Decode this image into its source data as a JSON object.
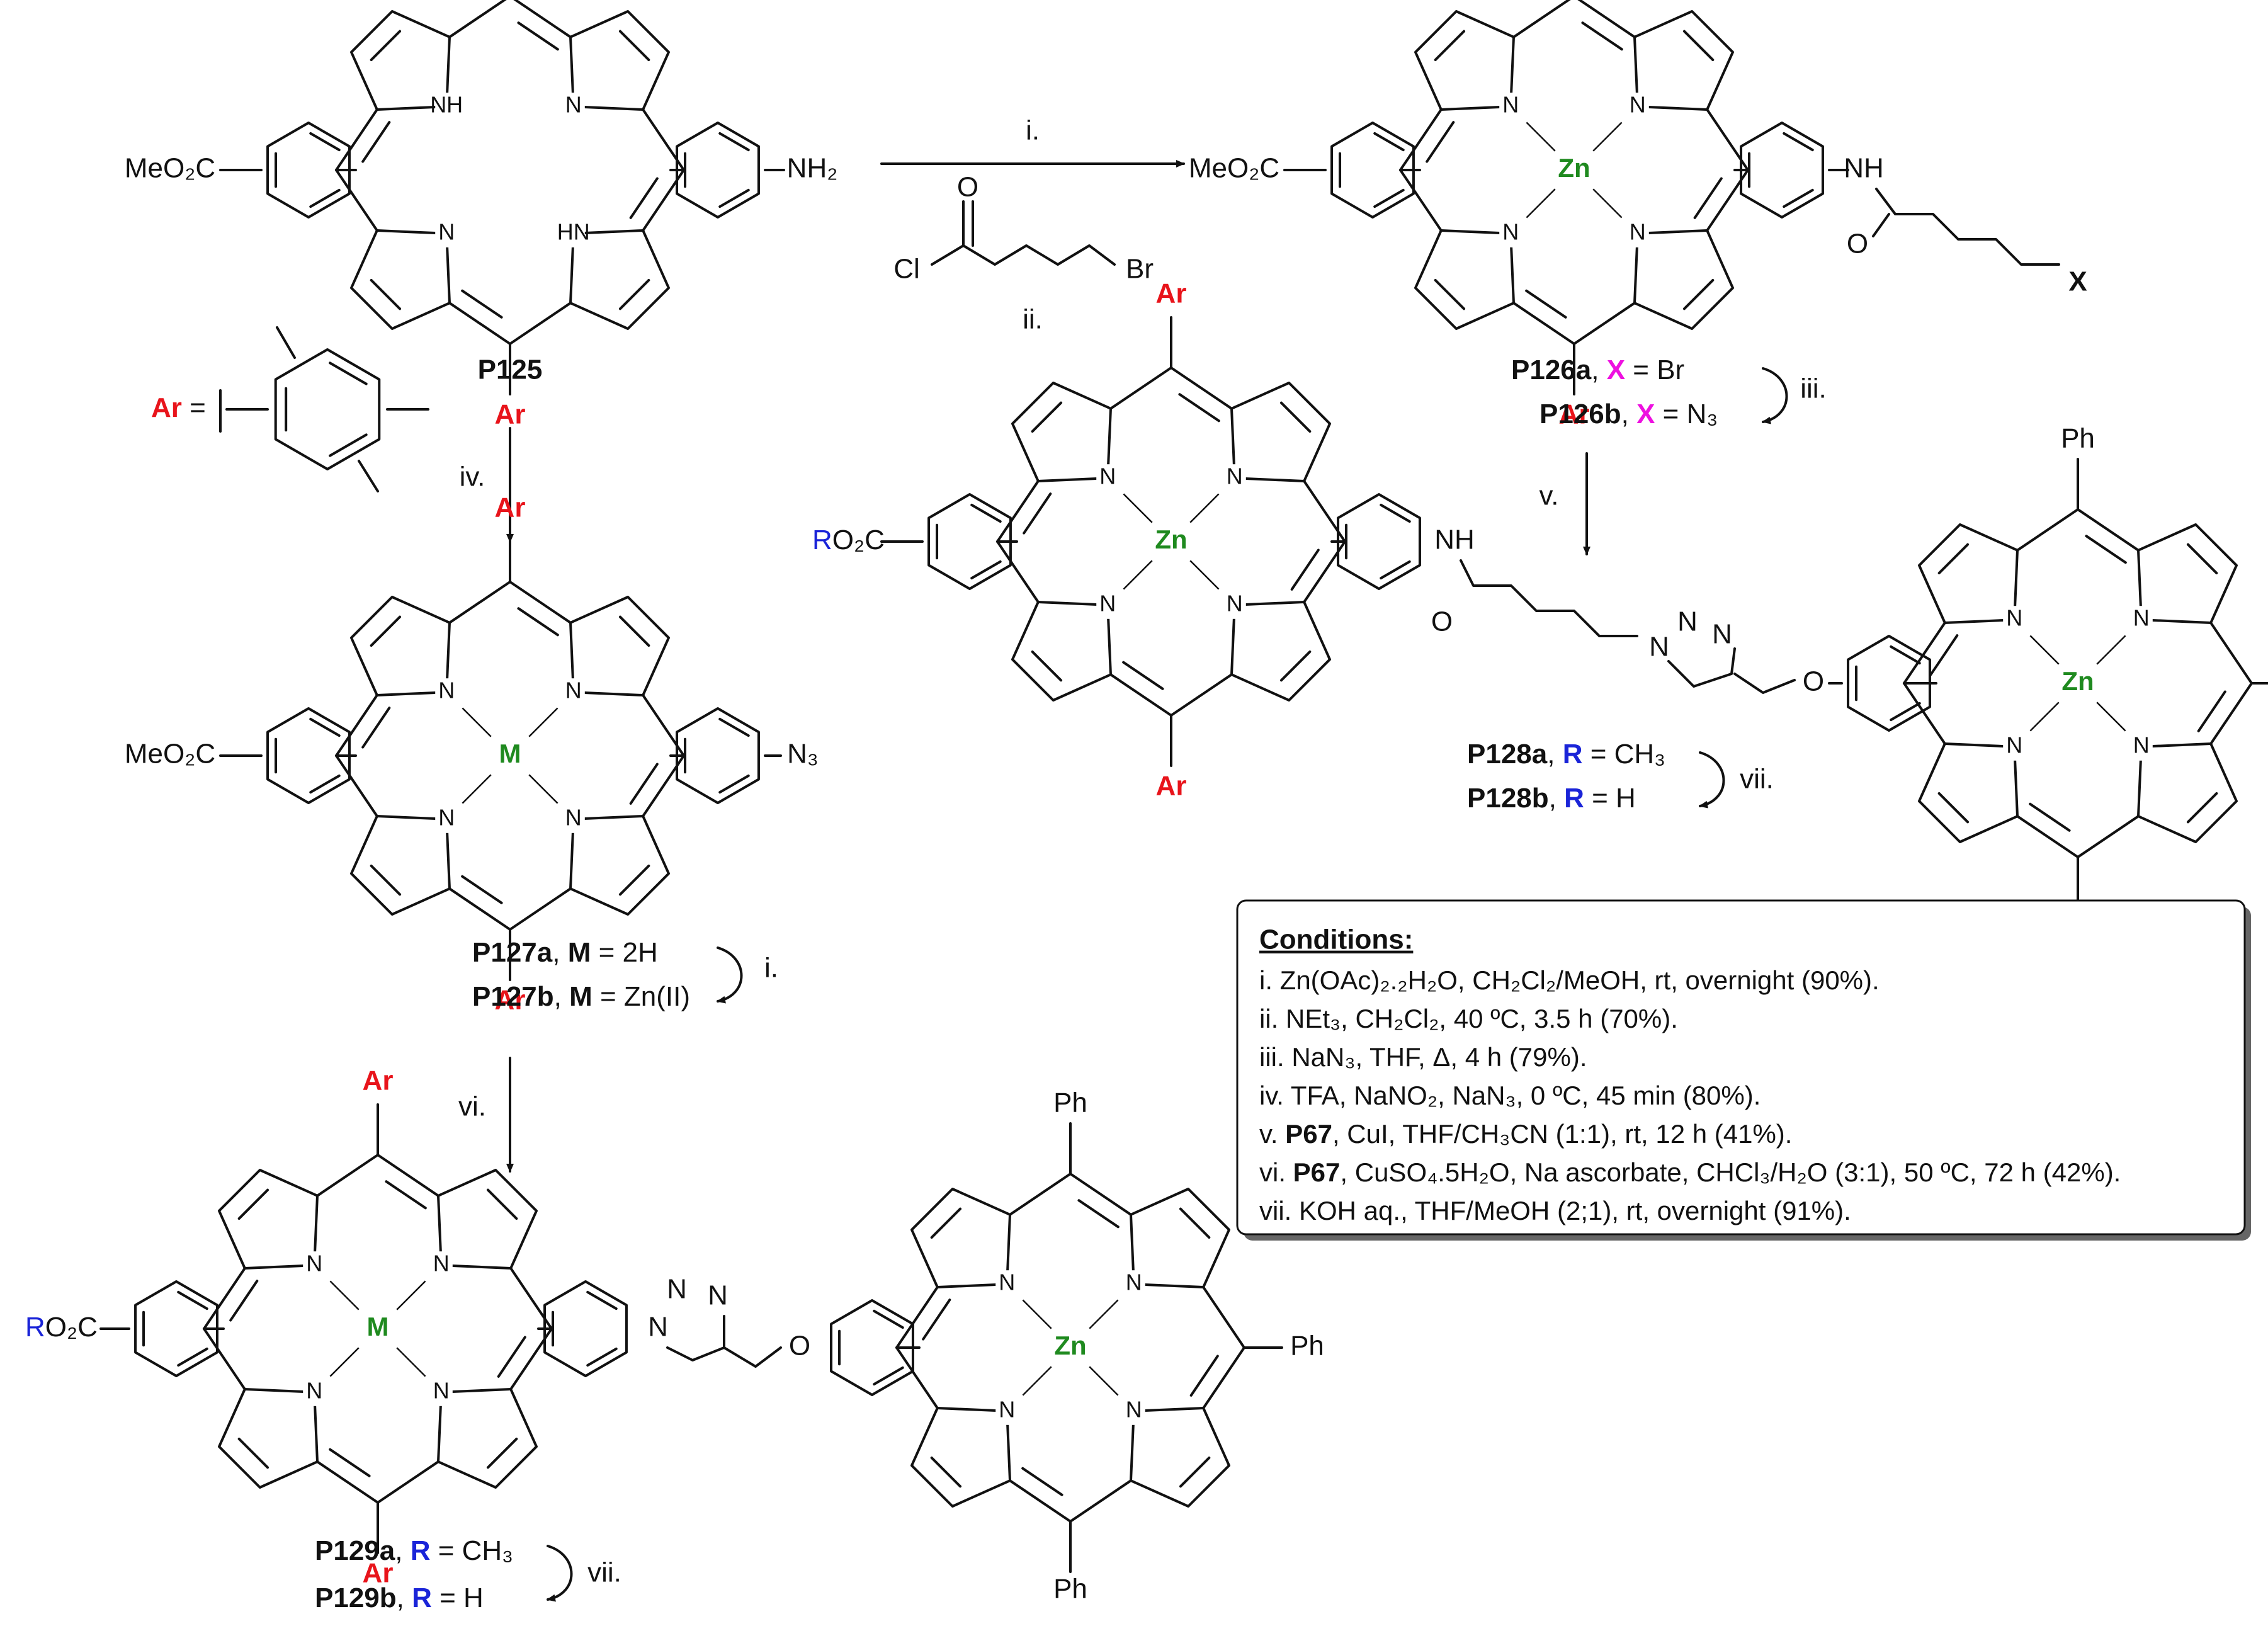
{
  "colors": {
    "ar": "#e8141b",
    "metal": "#1f8a1f",
    "blue": "#1a24d8",
    "magenta": "#ee10e0",
    "black": "#111111"
  },
  "common": {
    "ar": "Ar",
    "meo2c": "MeO₂C",
    "ro2c_r": "R",
    "ro2c_rest": "O₂C",
    "ph": "Ph",
    "nh": "NH",
    "o": "O",
    "n": "N",
    "hn": "HN",
    "nh2": "NH₂",
    "n3": "N₃",
    "zn": "Zn",
    "m": "M",
    "x": "X",
    "br": "Br",
    "cl": "Cl"
  },
  "arrows": {
    "i": "i.",
    "ii": "ii.",
    "iii": "iii.",
    "iv": "iv.",
    "v": "v.",
    "vi": "vi.",
    "vii": "vii."
  },
  "ar_def": {
    "ar": "Ar",
    "eq": " ="
  },
  "compounds": {
    "p125": "P125",
    "p126a": {
      "id": "P126a",
      "sep": ", ",
      "var": "X",
      "rest": " = Br"
    },
    "p126b": {
      "id": "P126b",
      "sep": ", ",
      "var": "X",
      "rest": " = N₃"
    },
    "p127a": {
      "id": "P127a",
      "sep": ", ",
      "var": "M",
      "rest": " = 2H"
    },
    "p127b": {
      "id": "P127b",
      "sep": ", ",
      "var": "M",
      "rest": " = Zn(II)"
    },
    "p128a": {
      "id": "P128a",
      "sep": ", ",
      "var": "R",
      "rest": " = CH₃"
    },
    "p128b": {
      "id": "P128b",
      "sep": ", ",
      "var": "R",
      "rest": " = H"
    },
    "p129a": {
      "id": "P129a",
      "sep": ", ",
      "var": "R",
      "rest": " = CH₃"
    },
    "p129b": {
      "id": "P129b",
      "sep": ", ",
      "var": "R",
      "rest": " = H"
    }
  },
  "conditions": {
    "title": "Conditions:",
    "lines": [
      {
        "pre": "i. Zn(OAc)₂.₂H₂O, CH₂Cl₂/MeOH, rt, overnight (90%).",
        "bold": "",
        "post": ""
      },
      {
        "pre": "ii. NEt₃, CH₂Cl₂, 40 ºC, 3.5 h (70%).",
        "bold": "",
        "post": ""
      },
      {
        "pre": "iii. NaN₃, THF, Δ, 4 h (79%).",
        "bold": "",
        "post": ""
      },
      {
        "pre": "iv. TFA, NaNO₂, NaN₃, 0 ºC, 45 min (80%).",
        "bold": "",
        "post": ""
      },
      {
        "pre": "v. ",
        "bold": "P67",
        "post": ", CuI, THF/CH₃CN (1:1), rt, 12 h (41%)."
      },
      {
        "pre": "vi. ",
        "bold": "P67",
        "post": ", CuSO₄.5H₂O, Na ascorbate, CHCl₃/H₂O (3:1), 50 ºC, 72 h (42%)."
      },
      {
        "pre": "vii. KOH aq., THF/MeOH (2;1), rt, overnight (91%).",
        "bold": "",
        "post": ""
      }
    ]
  }
}
